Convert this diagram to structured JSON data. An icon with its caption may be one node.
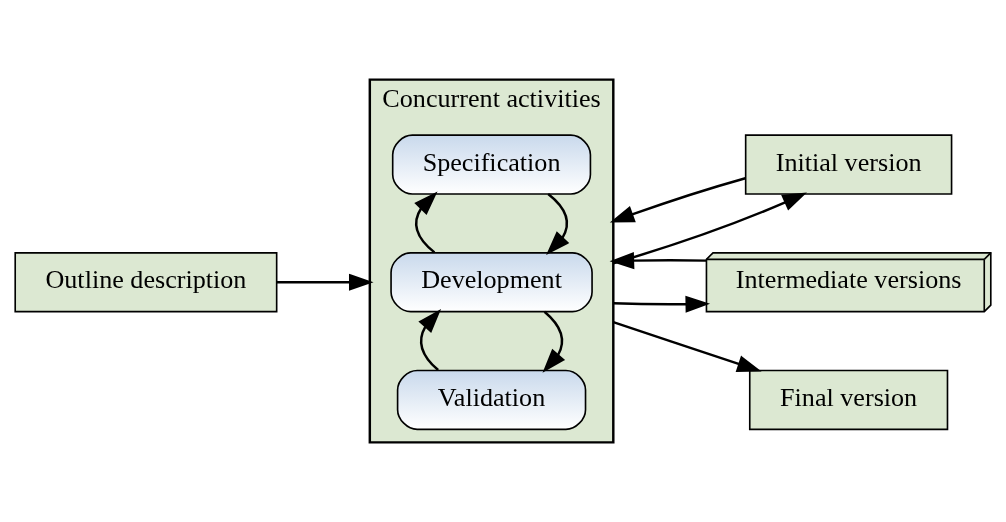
{
  "diagram": {
    "nodes": [
      {
        "text": [
          "Concurrent activities"
        ]
      },
      {
        "text": [
          "Specification"
        ],
        "in": 0
      },
      {
        "text": [
          "Development"
        ],
        "in": 0
      },
      {
        "text": [
          "Validation"
        ],
        "in": 0
      },
      {
        "text": [
          "Outline description"
        ]
      },
      {
        "text": [
          "Initial version"
        ]
      },
      {
        "text": [
          "Intermediate versions"
        ]
      },
      {
        "text": [
          "Final version"
        ]
      }
    ],
    "edges": [
      {
        "from": 4,
        "to": 0,
        "arrow": "to"
      },
      {
        "from": 1,
        "to": 2,
        "arrow": "to"
      },
      {
        "from": 2,
        "to": 1,
        "arrow": "to"
      },
      {
        "from": 2,
        "to": 3,
        "arrow": "to"
      },
      {
        "from": 3,
        "to": 2,
        "arrow": "to"
      },
      {
        "from": 0,
        "to": 5,
        "arrow": "to"
      },
      {
        "from": 5,
        "to": 0,
        "arrow": "to"
      },
      {
        "from": 0,
        "to": 6,
        "arrow": "to"
      },
      {
        "from": 6,
        "to": 0,
        "arrow": "to"
      },
      {
        "from": 0,
        "to": 7,
        "arrow": "to"
      }
    ]
  }
}
